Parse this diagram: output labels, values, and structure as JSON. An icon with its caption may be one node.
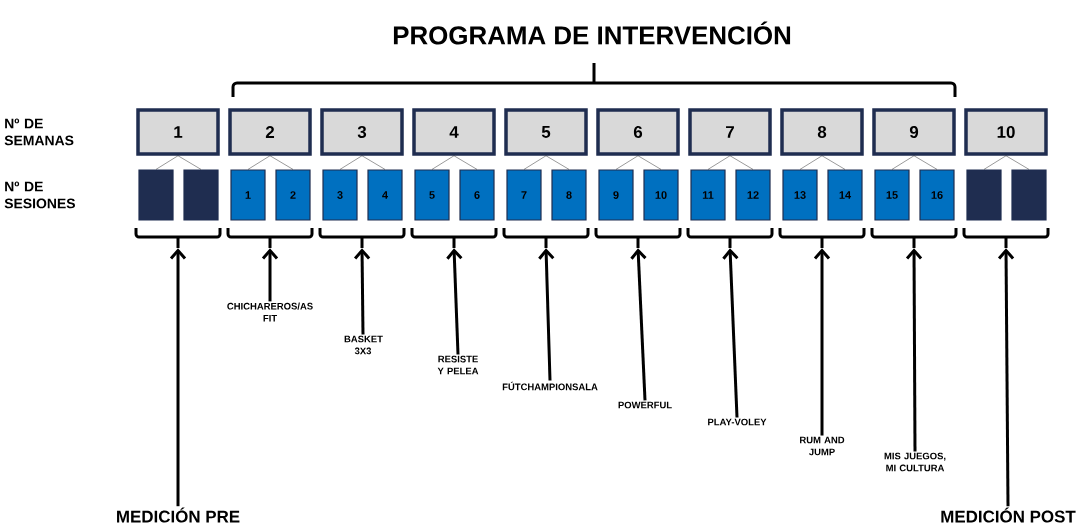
{
  "diagram": {
    "title": "PROGRAMA DE INTERVENCIÓN",
    "nodes": [
      {
        "text": [
          "1"
        ]
      },
      {
        "text": [
          "2"
        ]
      },
      {
        "text": [
          "3"
        ]
      },
      {
        "text": [
          "4"
        ]
      },
      {
        "text": [
          "5"
        ]
      },
      {
        "text": [
          "6"
        ]
      },
      {
        "text": [
          "7"
        ]
      },
      {
        "text": [
          "8"
        ]
      },
      {
        "text": [
          "9"
        ]
      },
      {
        "text": [
          "10"
        ]
      },
      {
        "text": [],
        "shape": "box"
      },
      {
        "text": [],
        "shape": "box"
      },
      {
        "text": [
          "1"
        ]
      },
      {
        "text": [
          "2"
        ]
      },
      {
        "text": [
          "3"
        ]
      },
      {
        "text": [
          "4"
        ]
      },
      {
        "text": [
          "5"
        ]
      },
      {
        "text": [
          "6"
        ]
      },
      {
        "text": [
          "7"
        ]
      },
      {
        "text": [
          "8"
        ]
      },
      {
        "text": [
          "9"
        ]
      },
      {
        "text": [
          "10"
        ]
      },
      {
        "text": [
          "11"
        ]
      },
      {
        "text": [
          "12"
        ]
      },
      {
        "text": [
          "13"
        ]
      },
      {
        "text": [
          "14"
        ]
      },
      {
        "text": [
          "15"
        ]
      },
      {
        "text": [
          "16"
        ]
      },
      {
        "text": [],
        "shape": "box"
      },
      {
        "text": [],
        "shape": "box"
      },
      {
        "text": [],
        "shape": "bracket"
      },
      {
        "text": [],
        "shape": "bracket"
      },
      {
        "text": [],
        "shape": "bracket"
      },
      {
        "text": [],
        "shape": "bracket"
      },
      {
        "text": [],
        "shape": "bracket"
      },
      {
        "text": [],
        "shape": "bracket"
      },
      {
        "text": [],
        "shape": "bracket"
      },
      {
        "text": [],
        "shape": "bracket"
      },
      {
        "text": [],
        "shape": "bracket"
      },
      {
        "text": [],
        "shape": "bracket"
      },
      {
        "text": [
          "MEDICIÓN PRE"
        ]
      },
      {
        "text": [
          "CHICHAREROS/AS FIT"
        ]
      },
      {
        "text": [
          "BASKET 3X3"
        ]
      },
      {
        "text": [
          "RESISTE Y PELEA"
        ]
      },
      {
        "text": [
          "FÚTCHAMPIONSALA"
        ]
      },
      {
        "text": [
          "POWERFUL"
        ]
      },
      {
        "text": [
          "PLAY-VOLEY"
        ]
      },
      {
        "text": [
          "RUM AND JUMP"
        ]
      },
      {
        "text": [
          "MIS JUEGOS, MI CULTURA"
        ]
      },
      {
        "text": [
          "MEDICIÓN POST"
        ]
      }
    ],
    "edges": [
      {
        "from": 0,
        "to": 10,
        "arrow": "none"
      },
      {
        "from": 0,
        "to": 11,
        "arrow": "none"
      },
      {
        "from": 1,
        "to": 12,
        "arrow": "none"
      },
      {
        "from": 1,
        "to": 13,
        "arrow": "none"
      },
      {
        "from": 2,
        "to": 14,
        "arrow": "none"
      },
      {
        "from": 2,
        "to": 15,
        "arrow": "none"
      },
      {
        "from": 3,
        "to": 16,
        "arrow": "none"
      },
      {
        "from": 3,
        "to": 17,
        "arrow": "none"
      },
      {
        "from": 4,
        "to": 18,
        "arrow": "none"
      },
      {
        "from": 4,
        "to": 19,
        "arrow": "none"
      },
      {
        "from": 5,
        "to": 20,
        "arrow": "none"
      },
      {
        "from": 5,
        "to": 21,
        "arrow": "none"
      },
      {
        "from": 6,
        "to": 22,
        "arrow": "none"
      },
      {
        "from": 6,
        "to": 23,
        "arrow": "none"
      },
      {
        "from": 7,
        "to": 24,
        "arrow": "none"
      },
      {
        "from": 7,
        "to": 25,
        "arrow": "none"
      },
      {
        "from": 8,
        "to": 26,
        "arrow": "none"
      },
      {
        "from": 8,
        "to": 27,
        "arrow": "none"
      },
      {
        "from": 9,
        "to": 28,
        "arrow": "none"
      },
      {
        "from": 9,
        "to": 29,
        "arrow": "none"
      },
      {
        "from": 40,
        "to": 30,
        "arrow": "to",
        "style": "thick"
      },
      {
        "from": 41,
        "to": 31,
        "arrow": "to",
        "style": "thick"
      },
      {
        "from": 42,
        "to": 32,
        "arrow": "to",
        "style": "thick"
      },
      {
        "from": 43,
        "to": 33,
        "arrow": "to",
        "style": "thick"
      },
      {
        "from": 44,
        "to": 34,
        "arrow": "to",
        "style": "thick"
      },
      {
        "from": 45,
        "to": 35,
        "arrow": "to",
        "style": "thick"
      },
      {
        "from": 46,
        "to": 36,
        "arrow": "to",
        "style": "thick"
      },
      {
        "from": 47,
        "to": 37,
        "arrow": "to",
        "style": "thick"
      },
      {
        "from": 48,
        "to": 38,
        "arrow": "to",
        "style": "thick"
      },
      {
        "from": 49,
        "to": 39,
        "arrow": "to",
        "style": "thick"
      }
    ],
    "labels": [
      "Nº DE SEMANAS",
      "Nº DE SESIONES"
    ]
  }
}
